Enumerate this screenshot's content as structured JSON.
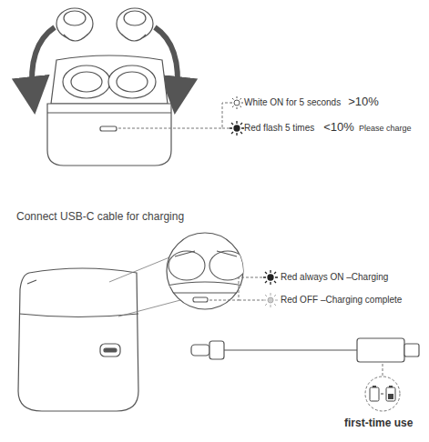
{
  "diagram": {
    "labels": [
      "White ON for 5 seconds",
      ">10%",
      "Red flash 5 times",
      "<10%",
      "Please charge",
      "Connect USB-C cable for charging",
      "Red always ON –Charging",
      "Red OFF –Charging complete",
      "first-time use"
    ]
  }
}
